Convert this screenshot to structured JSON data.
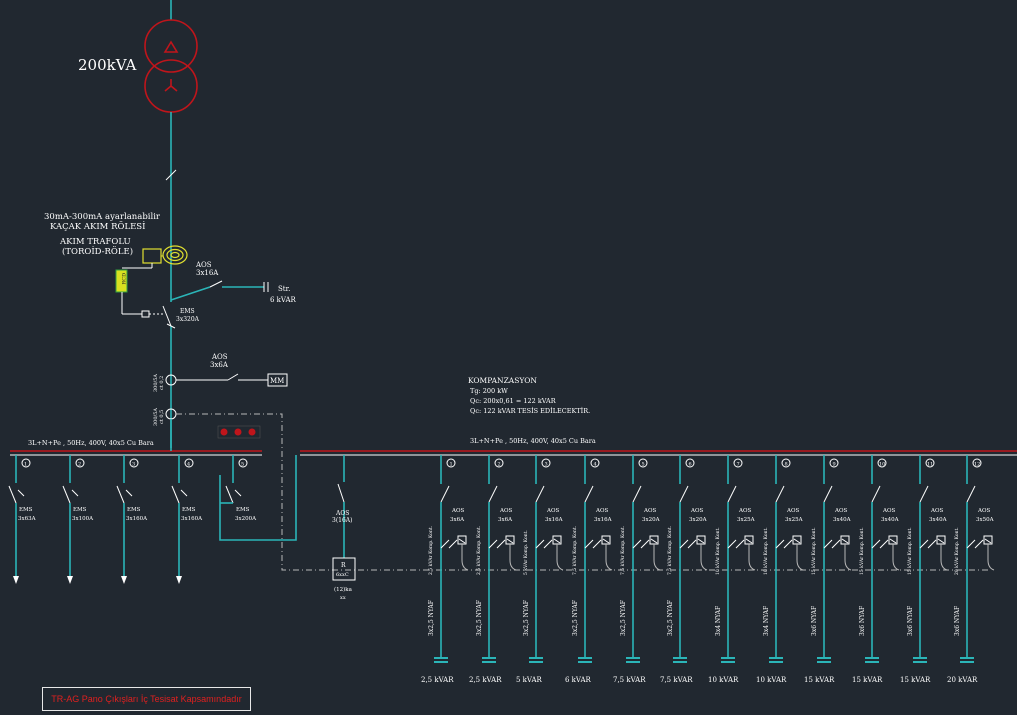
{
  "colors": {
    "background": "#212830",
    "conductor": "#2bb5b8",
    "busbar": "#c0151b",
    "transformer": "#c0151b",
    "text": "#ffffff",
    "toroid": "#e0e030",
    "relay": "#d8e020",
    "note": "#e0201f"
  },
  "transformer": {
    "rating": "200kVA"
  },
  "leakage": {
    "line1": "30mA-300mA ayarlanabilir",
    "line2": "KAÇAK AKIM RÖLESİ",
    "line3": "AKIM TRAFOLU",
    "line4": "(TOROİD-RÖLE)",
    "relay_label": "RCD"
  },
  "main_breaker": {
    "type": "EMS",
    "rating": "3x320A"
  },
  "fixed_comp": {
    "aos": "AOS",
    "rating": "3x16A",
    "cap": "Str.",
    "kvar": "6 kVAR"
  },
  "meter": {
    "aos": "AOS",
    "rating": "3x6A",
    "label": "MM"
  },
  "ct": {
    "ct1": "300/5A",
    "ct1b": "ct 0,2",
    "ct2": "300/5A",
    "ct2b": "ct 0,5"
  },
  "compensation": {
    "title": "KOMPANZASYON",
    "line1": "Tg: 200 kW",
    "line2": "Qc: 200x0,61 =  122 kVAR",
    "line3": "Qc: 122 kVAR TESİS EDİLECEKTİR."
  },
  "bus_left_label": "3L+N+Pe , 50Hz, 400V, 40x5 Cu Bara",
  "bus_right_label": "3L+N+Pe , 50Hz, 400V, 40x5 Cu Bara",
  "feeders": [
    {
      "num": "1",
      "type": "EMS",
      "rating": "3x63A"
    },
    {
      "num": "2",
      "type": "EMS",
      "rating": "3x100A"
    },
    {
      "num": "3",
      "type": "EMS",
      "rating": "3x160A"
    },
    {
      "num": "4",
      "type": "EMS",
      "rating": "3x160A"
    },
    {
      "num": "5",
      "type": "EMS",
      "rating": "3x200A"
    }
  ],
  "reg_feeder": {
    "type": "AOS",
    "rating": "3(16A)",
    "box1": "R",
    "box2": "6xxC",
    "below1": "(12)ka",
    "below2": "xx"
  },
  "cap_steps": [
    {
      "num": "1",
      "type": "AOS",
      "rating": "3x6A",
      "contactor": "2,5 kVAr Komp. Kont.",
      "cable": "3x2,5 NYAF",
      "kvar": "2,5 kVAR"
    },
    {
      "num": "2",
      "type": "AOS",
      "rating": "3x6A",
      "contactor": "2,5 kVAr Komp. Kont.",
      "cable": "3x2,5 NYAF",
      "kvar": "2,5 kVAR"
    },
    {
      "num": "3",
      "type": "AOS",
      "rating": "3x16A",
      "contactor": "5 kVAr Komp. Kont.",
      "cable": "3x2,5 NYAF",
      "kvar": "5 kVAR"
    },
    {
      "num": "4",
      "type": "AOS",
      "rating": "3x16A",
      "contactor": "7,5 kVAr Komp. Kont.",
      "cable": "3x2,5 NYAF",
      "kvar": "6 kVAR"
    },
    {
      "num": "5",
      "type": "AOS",
      "rating": "3x20A",
      "contactor": "7,5 kVAr Komp. Kont.",
      "cable": "3x2,5 NYAF",
      "kvar": "7,5 kVAR"
    },
    {
      "num": "6",
      "type": "AOS",
      "rating": "3x20A",
      "contactor": "7,5 kVAr Komp. Kont.",
      "cable": "3x2,5 NYAF",
      "kvar": "7,5 kVAR"
    },
    {
      "num": "7",
      "type": "AOS",
      "rating": "3x25A",
      "contactor": "10 kVAr Komp. Kont.",
      "cable": "3x4 NYAF",
      "kvar": "10 kVAR"
    },
    {
      "num": "8",
      "type": "AOS",
      "rating": "3x25A",
      "contactor": "10 kVAr Komp. Kont.",
      "cable": "3x4 NYAF",
      "kvar": "10 kVAR"
    },
    {
      "num": "9",
      "type": "AOS",
      "rating": "3x40A",
      "contactor": "15 kVAr Komp. Kont.",
      "cable": "3x6 NYAF",
      "kvar": "15 kVAR"
    },
    {
      "num": "10",
      "type": "AOS",
      "rating": "3x40A",
      "contactor": "15 kVAr Komp. Kont.",
      "cable": "3x6 NYAF",
      "kvar": "15 kVAR"
    },
    {
      "num": "11",
      "type": "AOS",
      "rating": "3x40A",
      "contactor": "15 kVAr Komp. Kont.",
      "cable": "3x6 NYAF",
      "kvar": "15 kVAR"
    },
    {
      "num": "12",
      "type": "AOS",
      "rating": "3x50A",
      "contactor": "20 kVAr Komp. Kont.",
      "cable": "3x6 NYAF",
      "kvar": "20 kVAR"
    }
  ],
  "footer_note": "TR-AG Pano Çıkışları İç Tesisat Kapsamındadır"
}
